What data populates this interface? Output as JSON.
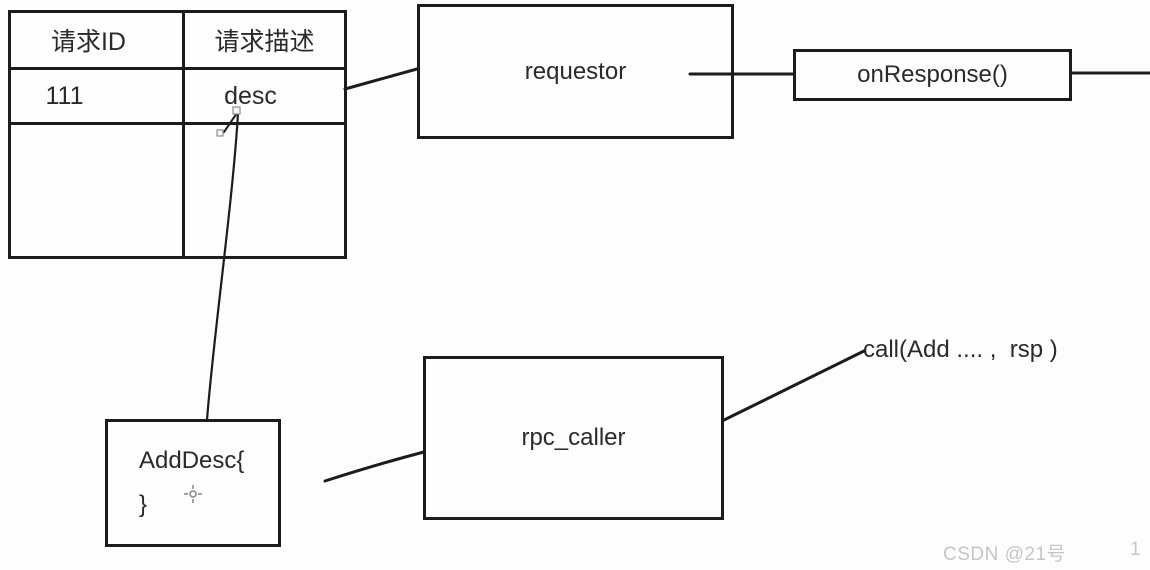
{
  "diagram": {
    "table": {
      "headers": [
        "请求ID",
        "请求描述"
      ],
      "rows": [
        [
          "111",
          "desc"
        ],
        [
          "",
          ""
        ]
      ]
    },
    "boxes": {
      "requestor": "requestor",
      "on_response": "onResponse()",
      "rpc_caller": "rpc_caller",
      "add_desc_line1": "AddDesc{",
      "add_desc_line2": "}"
    },
    "labels": {
      "call": "call(Add .... ,  rsp )"
    },
    "watermark": {
      "text": "CSDN @21号",
      "page": "1"
    },
    "colors": {
      "ink": "#1c1c1c",
      "watermark": "#c6c6c6",
      "background": "#fdfdfd"
    }
  }
}
